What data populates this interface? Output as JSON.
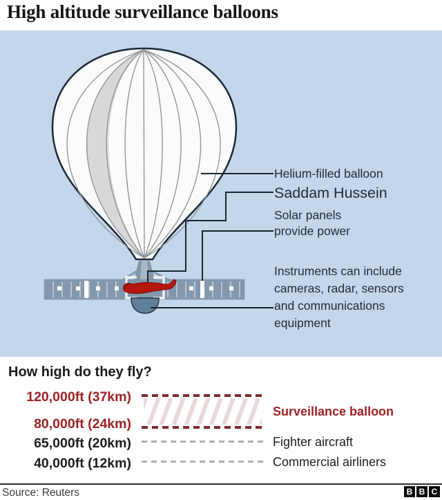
{
  "title": "High altitude surveillance balloons",
  "colors": {
    "panel_bg": "#c4d6ea",
    "ink": "#222b38",
    "red_text": "#9c2123",
    "red_dash": "#7d2b2c",
    "pink_hatch": "#e9d7d8",
    "gray_dash": "#b2adad",
    "figure_red": "#b5160e",
    "solar_wing": "#8298ac",
    "dome": "#5f7e9a"
  },
  "diagram": {
    "labels": {
      "helium": "Helium-filled balloon",
      "saddam": "Saddam Hussein",
      "solar": [
        "Solar panels",
        "provide power"
      ],
      "instruments": [
        "Instruments can include",
        "cameras, radar, sensors",
        "and communications",
        "equipment"
      ]
    }
  },
  "altitude_chart": {
    "heading": "How high do they fly?",
    "band_label": "Surveillance balloon",
    "rows": [
      {
        "altitude": "120,000ft (37km)",
        "style": "red"
      },
      {
        "altitude": "80,000ft (24km)",
        "style": "red"
      },
      {
        "altitude": "65,000ft (20km)",
        "style": "plain",
        "label": "Fighter aircraft"
      },
      {
        "altitude": "40,000ft (12km)",
        "style": "plain",
        "label": "Commercial airliners"
      }
    ]
  },
  "footer": {
    "source": "Source: Reuters",
    "logo_letters": [
      "B",
      "B",
      "C"
    ]
  }
}
